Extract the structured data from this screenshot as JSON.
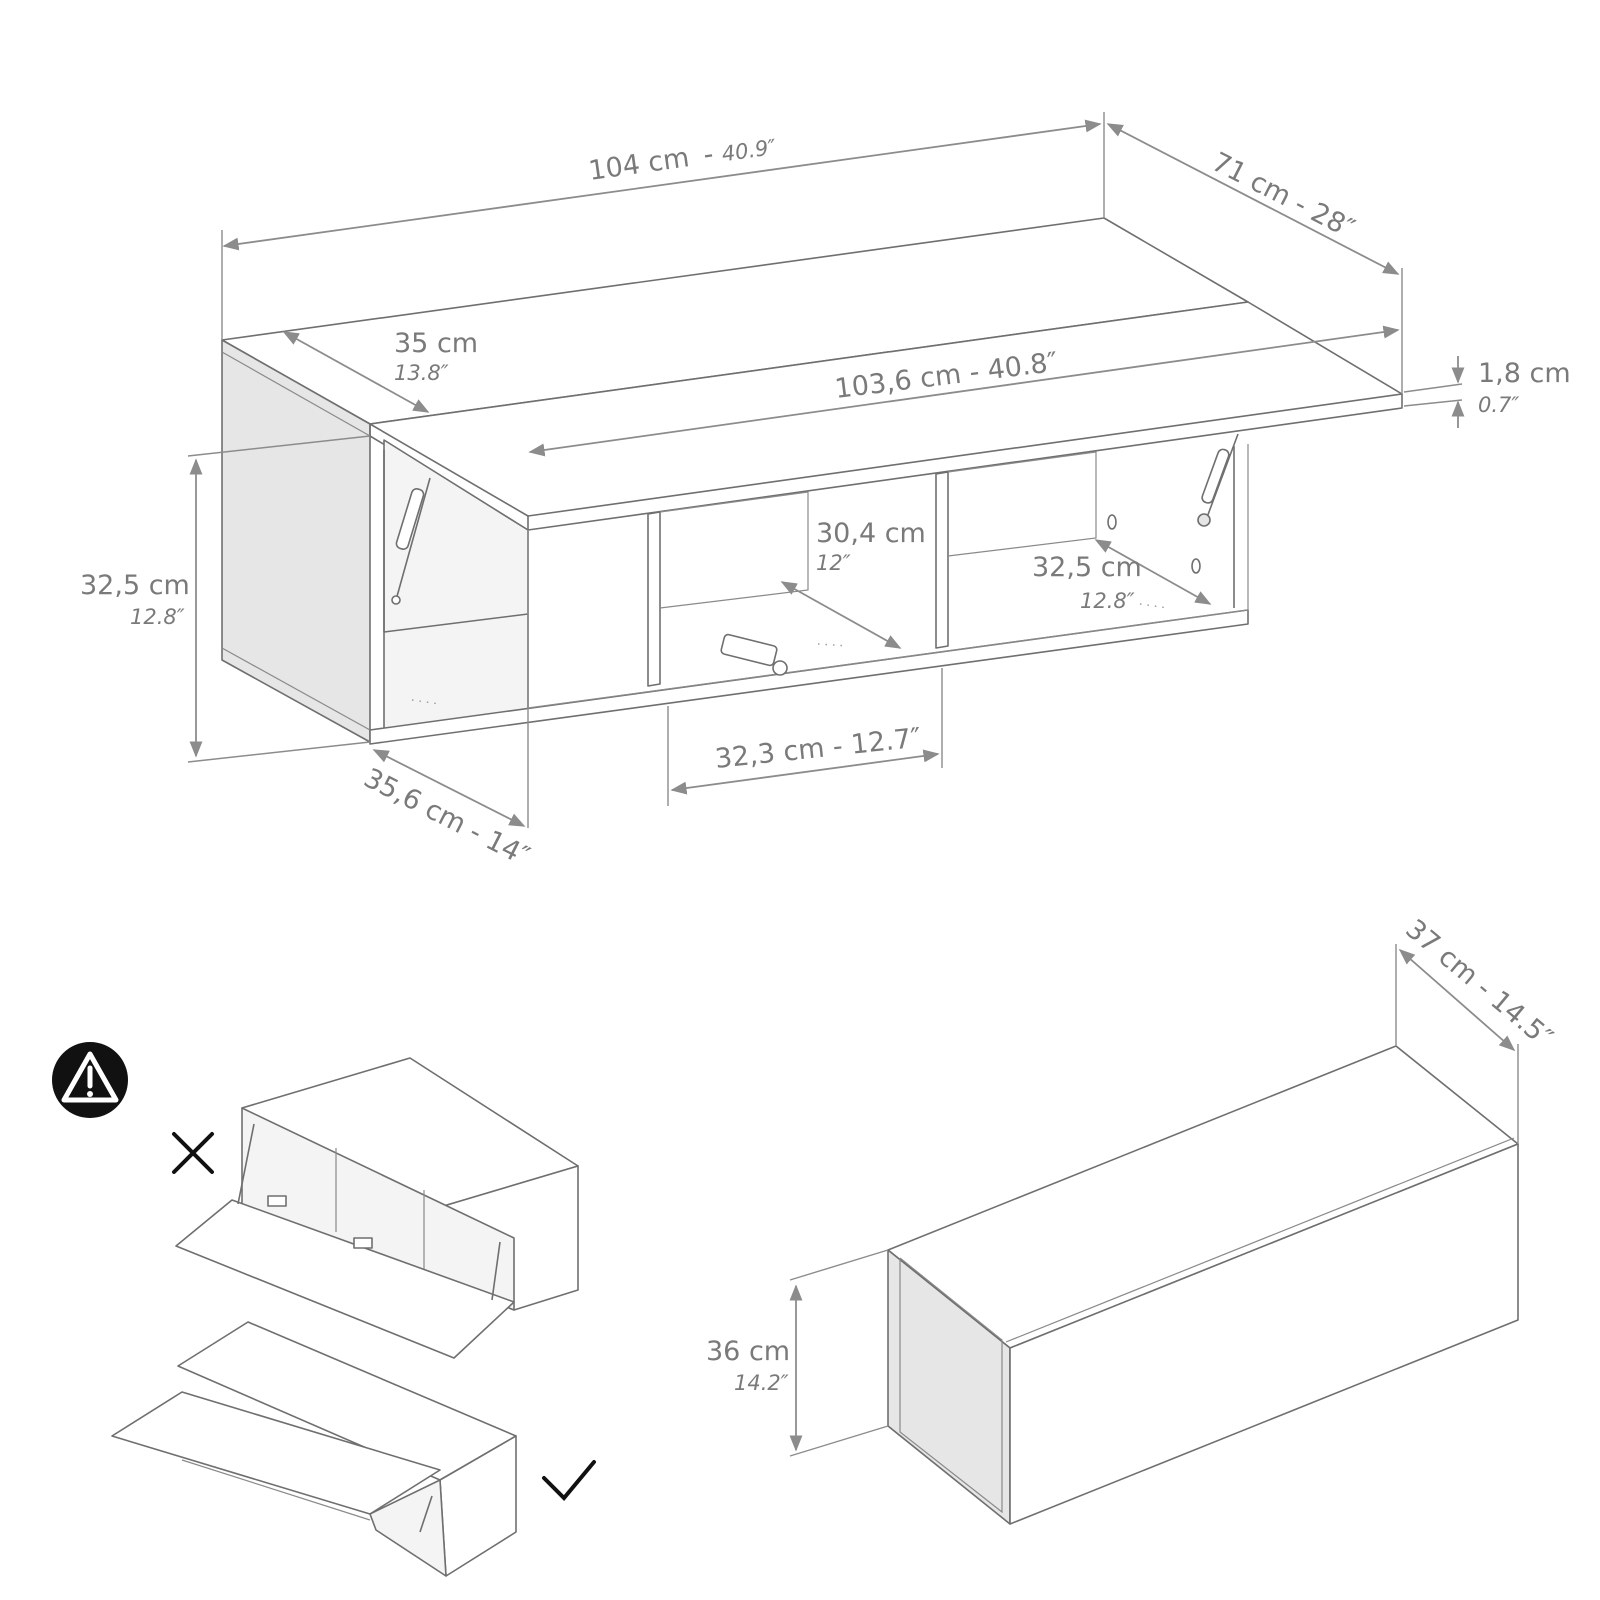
{
  "top_view": {
    "overall_width": {
      "cm": "104 cm",
      "in": "40.9″"
    },
    "overall_depth": {
      "cm": "71 cm - 28″"
    },
    "top_depth": {
      "cm": "35 cm",
      "in": "13.8″"
    },
    "flap_width": {
      "cm": "103,6 cm - 40.8″"
    },
    "board_thickness": {
      "cm": "1,8 cm",
      "in": "0.7″"
    },
    "height": {
      "cm": "32,5 cm",
      "in": "12.8″"
    },
    "shelf_height": {
      "cm": "30,4 cm",
      "in": "12″"
    },
    "inner_depth": {
      "cm": "32,5 cm",
      "in": "12.8″"
    },
    "compartment_width": {
      "cm": "32,3 cm - 12.7″"
    },
    "side_depth": {
      "cm": "35,6 cm - 14″"
    }
  },
  "closed_view": {
    "depth": {
      "cm": "37 cm - 14.5″"
    },
    "height": {
      "cm": "36 cm",
      "in": "14.2″"
    }
  },
  "warning": {
    "icon": "warning-triangle-icon",
    "wrong_mark": "cross-icon",
    "right_mark": "checkmark-icon"
  },
  "colors": {
    "line": "#6f6f6f",
    "dimension": "#8c8c8c",
    "text": "#7a7a7a",
    "icon": "#111111"
  }
}
